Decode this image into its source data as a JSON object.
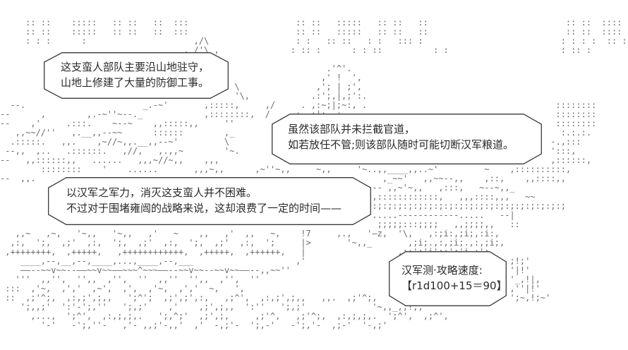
{
  "colors": {
    "background": "#ffffff",
    "art_gray": "#6b6b6b",
    "bubble_stroke": "#3a3a3a",
    "text": "#2a2a2a"
  },
  "dialogue": {
    "box1": {
      "lines": [
        "这支蛮人部队主要沿山地驻守，",
        "山地上修建了大量的防御工事。"
      ]
    },
    "box2": {
      "lines": [
        "虽然该部队并未拦截官道，",
        "如若放任不管;则该部队随时可能切断汉军粮道。"
      ]
    },
    "box3": {
      "lines": [
        "以汉军之军力，消灭这支蛮人并不困难。",
        "不过对于围堵雍闿的战略来说，这却浪费了一定的时间——"
      ]
    },
    "dice_box": {
      "lines": [
        "汉军测·攻略速度:",
        "【r1d100+15＝90】"
      ]
    }
  },
  "ascii_art": {
    "lines": [
      "",
      "",
      "     :: ::    :::::   :: ::   ::  :::                     :: ::   :::::   :: ::   ::                           :: ::  ::::",
      "     :: ::    :::::   :: ::   ::  :::                     :: ::   :::::   :: ::   ::                           :: ::  ::::",
      "     : : :      :                     ,/\\                 : :   :: ::   : :   ::: :                           : : : :  :: :",
      "                                    ,_/'\\_,              : :: :      : : ::          : :                      : :: :",
      "",
      "                                                                .'^'.",
      "                                                               ,' !  ',",
      "                                              \\               ,'; | ;',",
      "                                              '\\,            .:';,|,;':.",
      "  --.                       _.-~'       ,:::::,     ,/     . ,:~;|;~:, .                                     ::::::::",
      "--      ,        ,.-~''~--._            ,::::::::,  /    ,:~~:|:~~:,                                         ::::::::",
      "--    ,'     .:::.    ~--~    ,,:::::,,     ''                                                               ::::::::",
      "   ,,~~//''   ,.__,,--~~      ::::::        ,_                                                                :.:.:.",
      "  .:::::.   ,,.    ,~//~,,.__,,--~'         \\                                                               -.,:::",
      " --,,  ,..   .::::::.   ,//,   ,.,,~        '~.                                                             ':::,",
      "--   ,,::::::,,   ......   ,,,~//~,,    ,,,                                                                 ,::::::,",
      "        ::::::::    '    ......       ,,,~,,      ,~''~,,     ~,,     '~..,,____,,..~'         ~    ,::::::::::,",
      "--  ,,.                                                                    ,_~~'   ,,~~--,,    ,::,    ,,::::,,",
      "                                                                         -- ,,~'~,,   ,:::,   ~--~,,_",
      "                                                                         ,::::::::::::,   ,,,::::,,,   ~~",
      "                                                                         :;:;:;:;:;:;:;:;:;:;:;:;:;:;:;:;:;:;:;",
      "                                                                         .....------------.....   --|",
      "                                                                          ;;;;;:::;;;;   ,,;;;;,,   ::",
      "   ,,~   ,~,   '~,,   '~,,   ,'   ~    ,,   ,'  ,,   ~,    !7     ,.,   '—z,  '\\,   ,:;i:,;i;,:i:,",
      "  ,:,  ';,  ,;'  ,:,  ';,  ,;'  ,:,  ';,  ,;'  ,:,  ';     |>       '~,,_       ,;i;.,:,;i;.,:,;i;,",
      " ,++++++++,  ,+++++,   ,++++++++++++,  ,+++++,  ,++++++,   |                  ,;:';'i';:';'i,:';",
      "    ____,--,__,--,____,...,____,--,___                    ,'                                        ;!;'",
      "    ——--~~v~~--——~~v~~——~~~^~~~——--~~v~~--~~v~~——--,,~~''                                           '|!'",
      "   '''  ,,'',  '',,  ,'',  ''  ,,''  '',,  ,'',  ''                                    '            '_,!|,",
      " :::  ,'~,  ,','  ,~',  ,',  ,'~,  ,','  ~,   ',                                                    ,''|!'",
      " ::  ,;'^;,  ,:,;',;,,   ';^';  ,;',;',:,   ,;^',  ,:,;',;,,   ,,.  ,;'^;,                          ';~,!;~'",
      "    ';,,;'  ':'-';,''   ';,;'    ,'    ,;',;,,  ':''   ';,;'             '~,,_,;!;,",
      "      ,...,  ';^',  ,:,;,;,.   ';,^;'  ,;',;,     ,;'^,   ,;'^;,  ,:,;,;,.  ';^',  ,;^',",
      "        '-'   -';,''-   ,'- ,,;'-,,'  ,'  -,;'-  ';,-'   -';,'-  ,;-'  '-,;'",
      "",
      ""
    ]
  }
}
